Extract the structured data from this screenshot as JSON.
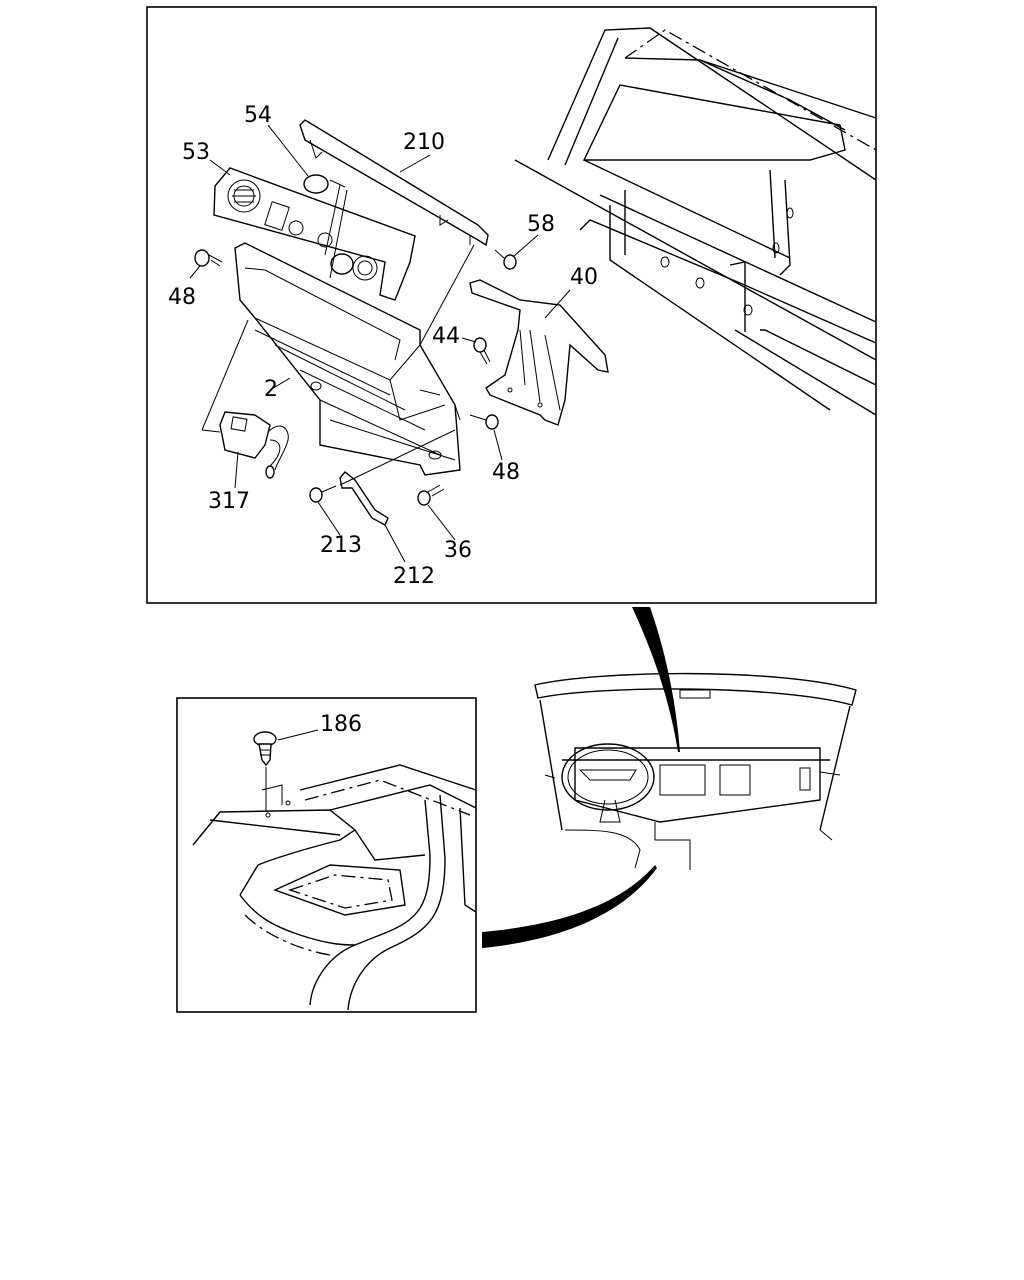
{
  "callouts": {
    "c54": "54",
    "c53": "53",
    "c210": "210",
    "c58": "58",
    "c40": "40",
    "c48a": "48",
    "c44": "44",
    "c2": "2",
    "c48b": "48",
    "c317": "317",
    "c213": "213",
    "c36": "36",
    "c212": "212",
    "c186": "186"
  }
}
